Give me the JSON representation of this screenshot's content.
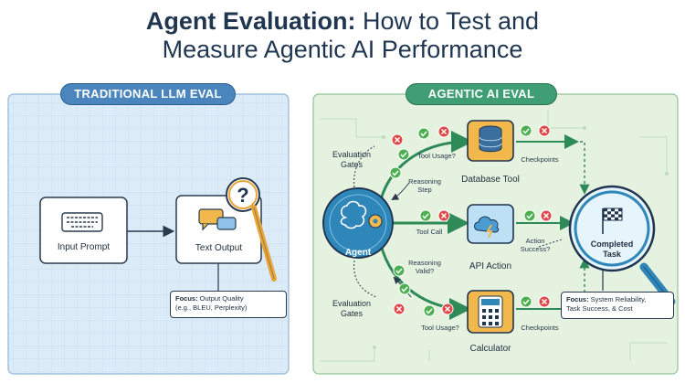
{
  "title": {
    "line1_bold": "Agent Evaluation:",
    "line1_rest": " How to Test and",
    "line2": "Measure Agentic AI Performance"
  },
  "left_panel": {
    "header": "TRADITIONAL LLM EVAL",
    "input_label": "Input Prompt",
    "output_label": "Text Output",
    "focus_label": "Focus:",
    "focus_text": " Output Quality",
    "focus_text2": "(e.g., BLEU, Perplexity)"
  },
  "right_panel": {
    "header": "AGENTIC AI EVAL",
    "agent_label": "Agent",
    "gates_top": [
      "Evaluation",
      "Gates"
    ],
    "gates_bottom": [
      "Evaluation",
      "Gates"
    ],
    "tool_usage_top": "Tool Usage?",
    "reasoning_step": [
      "Reasoning",
      "Step"
    ],
    "tool_call": "Tool Call",
    "reasoning_valid": [
      "Reasoning",
      "Valid?"
    ],
    "tool_usage_bottom": "Tool Usage?",
    "database_tool": "Database Tool",
    "api_action": "API Action",
    "calculator": "Calculator",
    "checkpoints_top": "Checkpoints",
    "action_success": [
      "Action",
      "Success?"
    ],
    "checkpoints_bottom": "Checkpoints",
    "completed_task": [
      "Completed",
      "Task"
    ],
    "focus_label": "Focus:",
    "focus_text": " System Reliability,",
    "focus_text2": "Task Success, & Cost"
  },
  "colors": {
    "title": "#1f3550",
    "left_bg": "#dcebf8",
    "left_header": "#4a86bd",
    "right_bg": "#e6f2e0",
    "right_header": "#3f9e73",
    "agent": "#2f86b8",
    "check": "#4caf50",
    "cross": "#e04848",
    "arrow_green": "#2e8b57",
    "magnifier": "#e8a53a"
  }
}
